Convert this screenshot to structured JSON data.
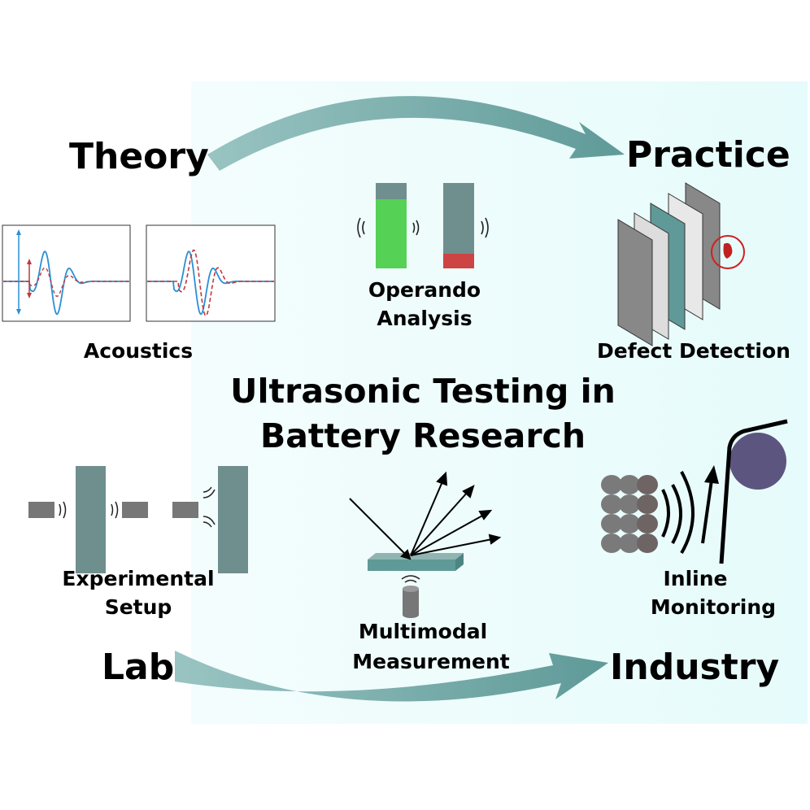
{
  "title": {
    "line1": "Ultrasonic Testing in",
    "line2": "Battery Research"
  },
  "corners": {
    "theory": "Theory",
    "practice": "Practice",
    "lab": "Lab",
    "industry": "Industry"
  },
  "panels": {
    "acoustics": "Acoustics",
    "operando": {
      "line1": "Operando",
      "line2": "Analysis"
    },
    "defect": "Defect Detection",
    "experimental": {
      "line1": "Experimental",
      "line2": "Setup"
    },
    "multimodal": {
      "line1": "Multimodal",
      "line2": "Measurement"
    },
    "inline": {
      "line1": "Inline",
      "line2": "Monitoring"
    }
  },
  "colors": {
    "teal": "#5f9a98",
    "green": "#55d156",
    "red": "#cc4444",
    "gray": "#777777",
    "purple": "#5c5580",
    "wave_blue": "#2a8fd6",
    "wave_red": "#c0393b",
    "bg_cyan": "#e8fbfb"
  }
}
